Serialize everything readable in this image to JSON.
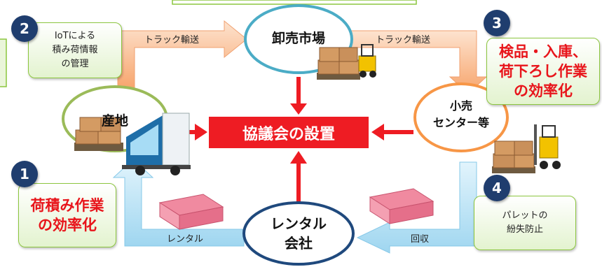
{
  "center": {
    "label": "協議会の設置"
  },
  "nodes": {
    "wholesale": "卸売市場",
    "origin": "産地",
    "retail": "小売\nセンター等",
    "rental": "レンタル\n会社"
  },
  "arrows": {
    "truck_1": "トラック輸送",
    "truck_2": "トラック輸送",
    "rental": "レンタル",
    "collect": "回収"
  },
  "steps": [
    {
      "num": "2",
      "text": "IoTによる\n積み荷情報\nの管理"
    },
    {
      "num": "3",
      "text": "検品・入庫、\n荷下ろし作業\nの効率化"
    },
    {
      "num": "1",
      "text": "荷積み作業\nの効率化"
    },
    {
      "num": "4",
      "text": "パレットの\n紛失防止"
    }
  ],
  "colors": {
    "accent_red": "#ee1c23",
    "badge_navy": "#1f3d6e",
    "box_green": "#8cc63f",
    "flow_orange": "#f7a46b",
    "flow_blue": "#9fd6f0"
  }
}
